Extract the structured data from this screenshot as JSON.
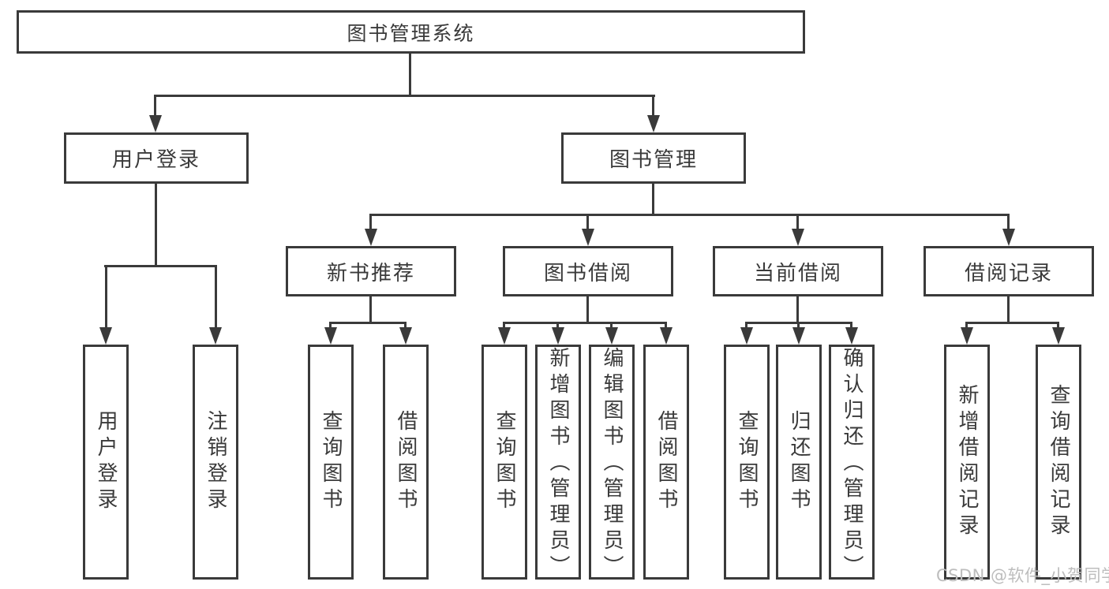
{
  "diagram": {
    "root": {
      "label": "图书管理系统"
    },
    "branches": {
      "user_login": {
        "label": "用户登录",
        "children": {
          "login": "用户登录",
          "logout": "注销登录"
        }
      },
      "book_mgmt": {
        "label": "图书管理",
        "sections": {
          "new_book_rec": {
            "label": "新书推荐",
            "children": {
              "query_book": "查询图书",
              "borrow_book": "借阅图书"
            }
          },
          "book_borrow": {
            "label": "图书借阅",
            "children": {
              "query_book": "查询图书",
              "add_book": "新增图书（管理员）",
              "edit_book": "编辑图书（管理员）",
              "borrow_book": "借阅图书"
            }
          },
          "current_borrow": {
            "label": "当前借阅",
            "children": {
              "query_book": "查询图书",
              "return_book": "归还图书",
              "confirm_return": "确认归还（管理员）"
            }
          },
          "borrow_record": {
            "label": "借阅记录",
            "children": {
              "add_record": "新增借阅记录",
              "query_record": "查询借阅记录"
            }
          }
        }
      }
    }
  },
  "watermark": "CSDN @软件_小贺同学",
  "colors": {
    "line": "#3a3a3a",
    "box_background": "#ffffff",
    "page_background": "#ffffff",
    "watermark": "#bdbdbd"
  }
}
